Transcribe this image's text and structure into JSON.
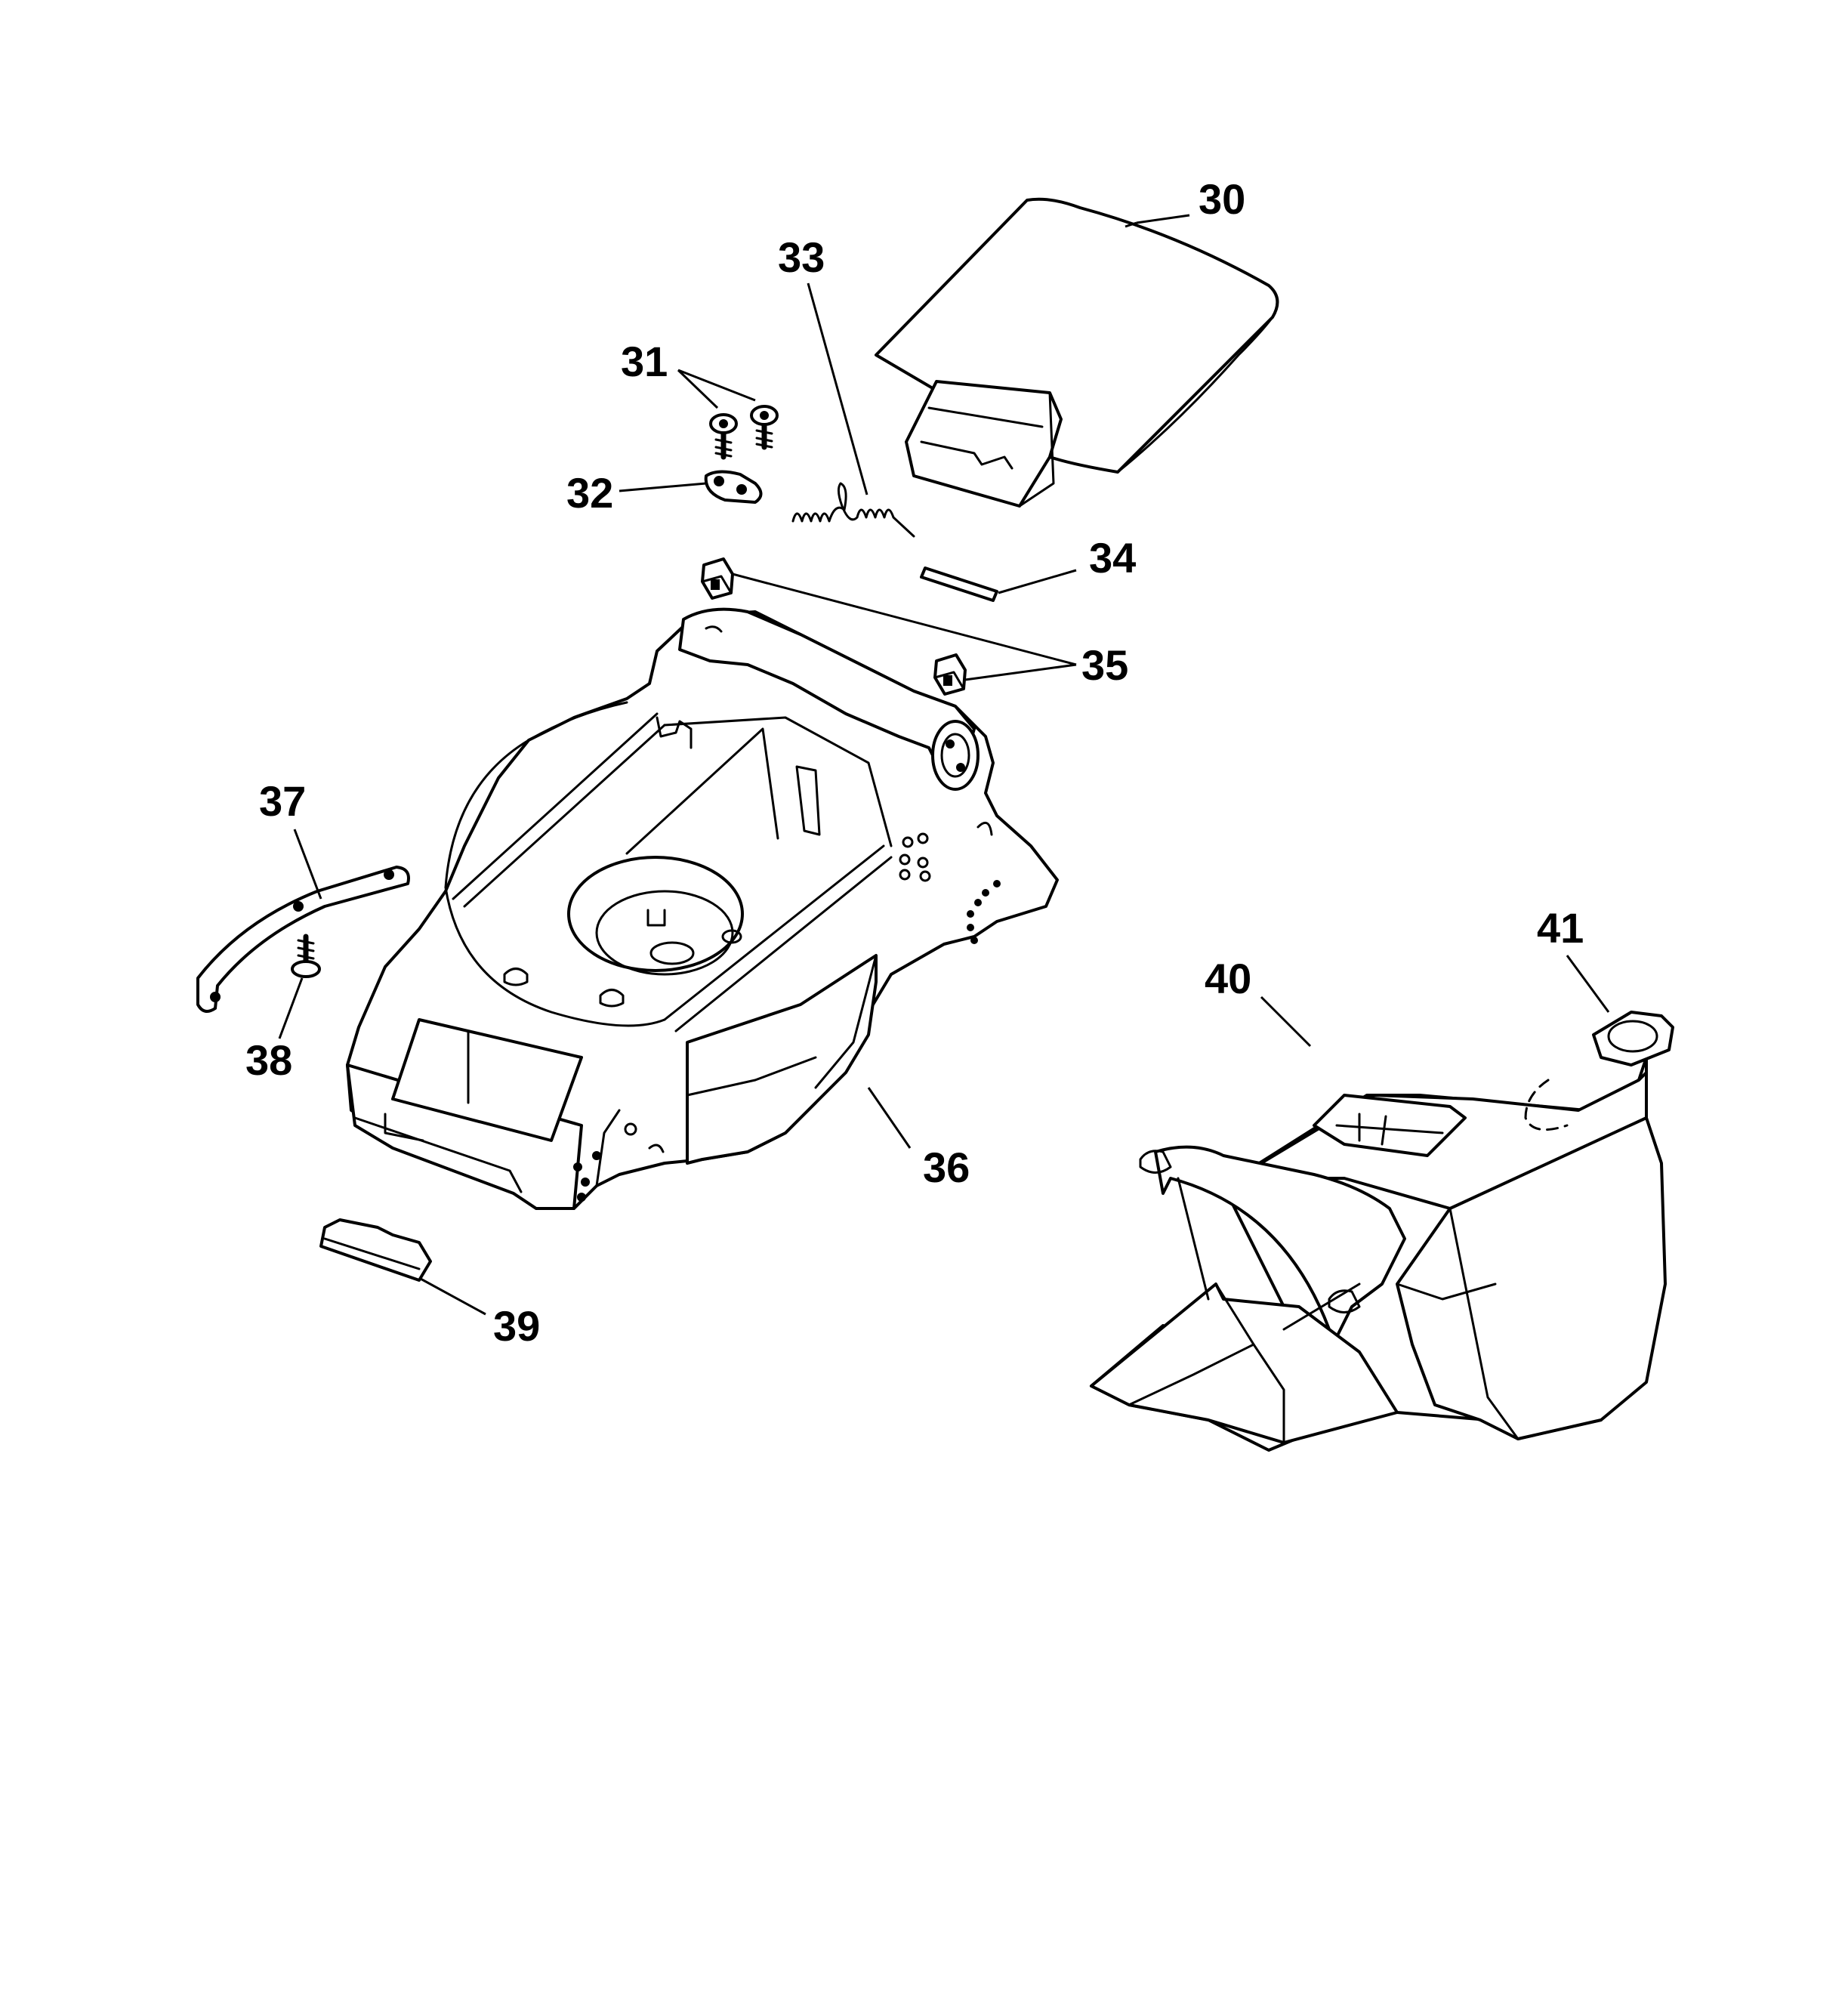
{
  "diagram": {
    "type": "exploded-parts-diagram",
    "parts": [
      {
        "id": "p30",
        "number": "30",
        "label_anchor": "start"
      },
      {
        "id": "p31",
        "number": "31",
        "label_anchor": "start"
      },
      {
        "id": "p32",
        "number": "32",
        "label_anchor": "start"
      },
      {
        "id": "p33",
        "number": "33",
        "label_anchor": "start"
      },
      {
        "id": "p34",
        "number": "34",
        "label_anchor": "start"
      },
      {
        "id": "p35",
        "number": "35",
        "label_anchor": "start"
      },
      {
        "id": "p36",
        "number": "36",
        "label_anchor": "start"
      },
      {
        "id": "p37",
        "number": "37",
        "label_anchor": "start"
      },
      {
        "id": "p38",
        "number": "38",
        "label_anchor": "start"
      },
      {
        "id": "p39",
        "number": "39",
        "label_anchor": "start"
      },
      {
        "id": "p40",
        "number": "40",
        "label_anchor": "start"
      },
      {
        "id": "p41",
        "number": "41",
        "label_anchor": "start"
      }
    ],
    "colors": {
      "line": "#000000",
      "background": "#ffffff"
    }
  }
}
